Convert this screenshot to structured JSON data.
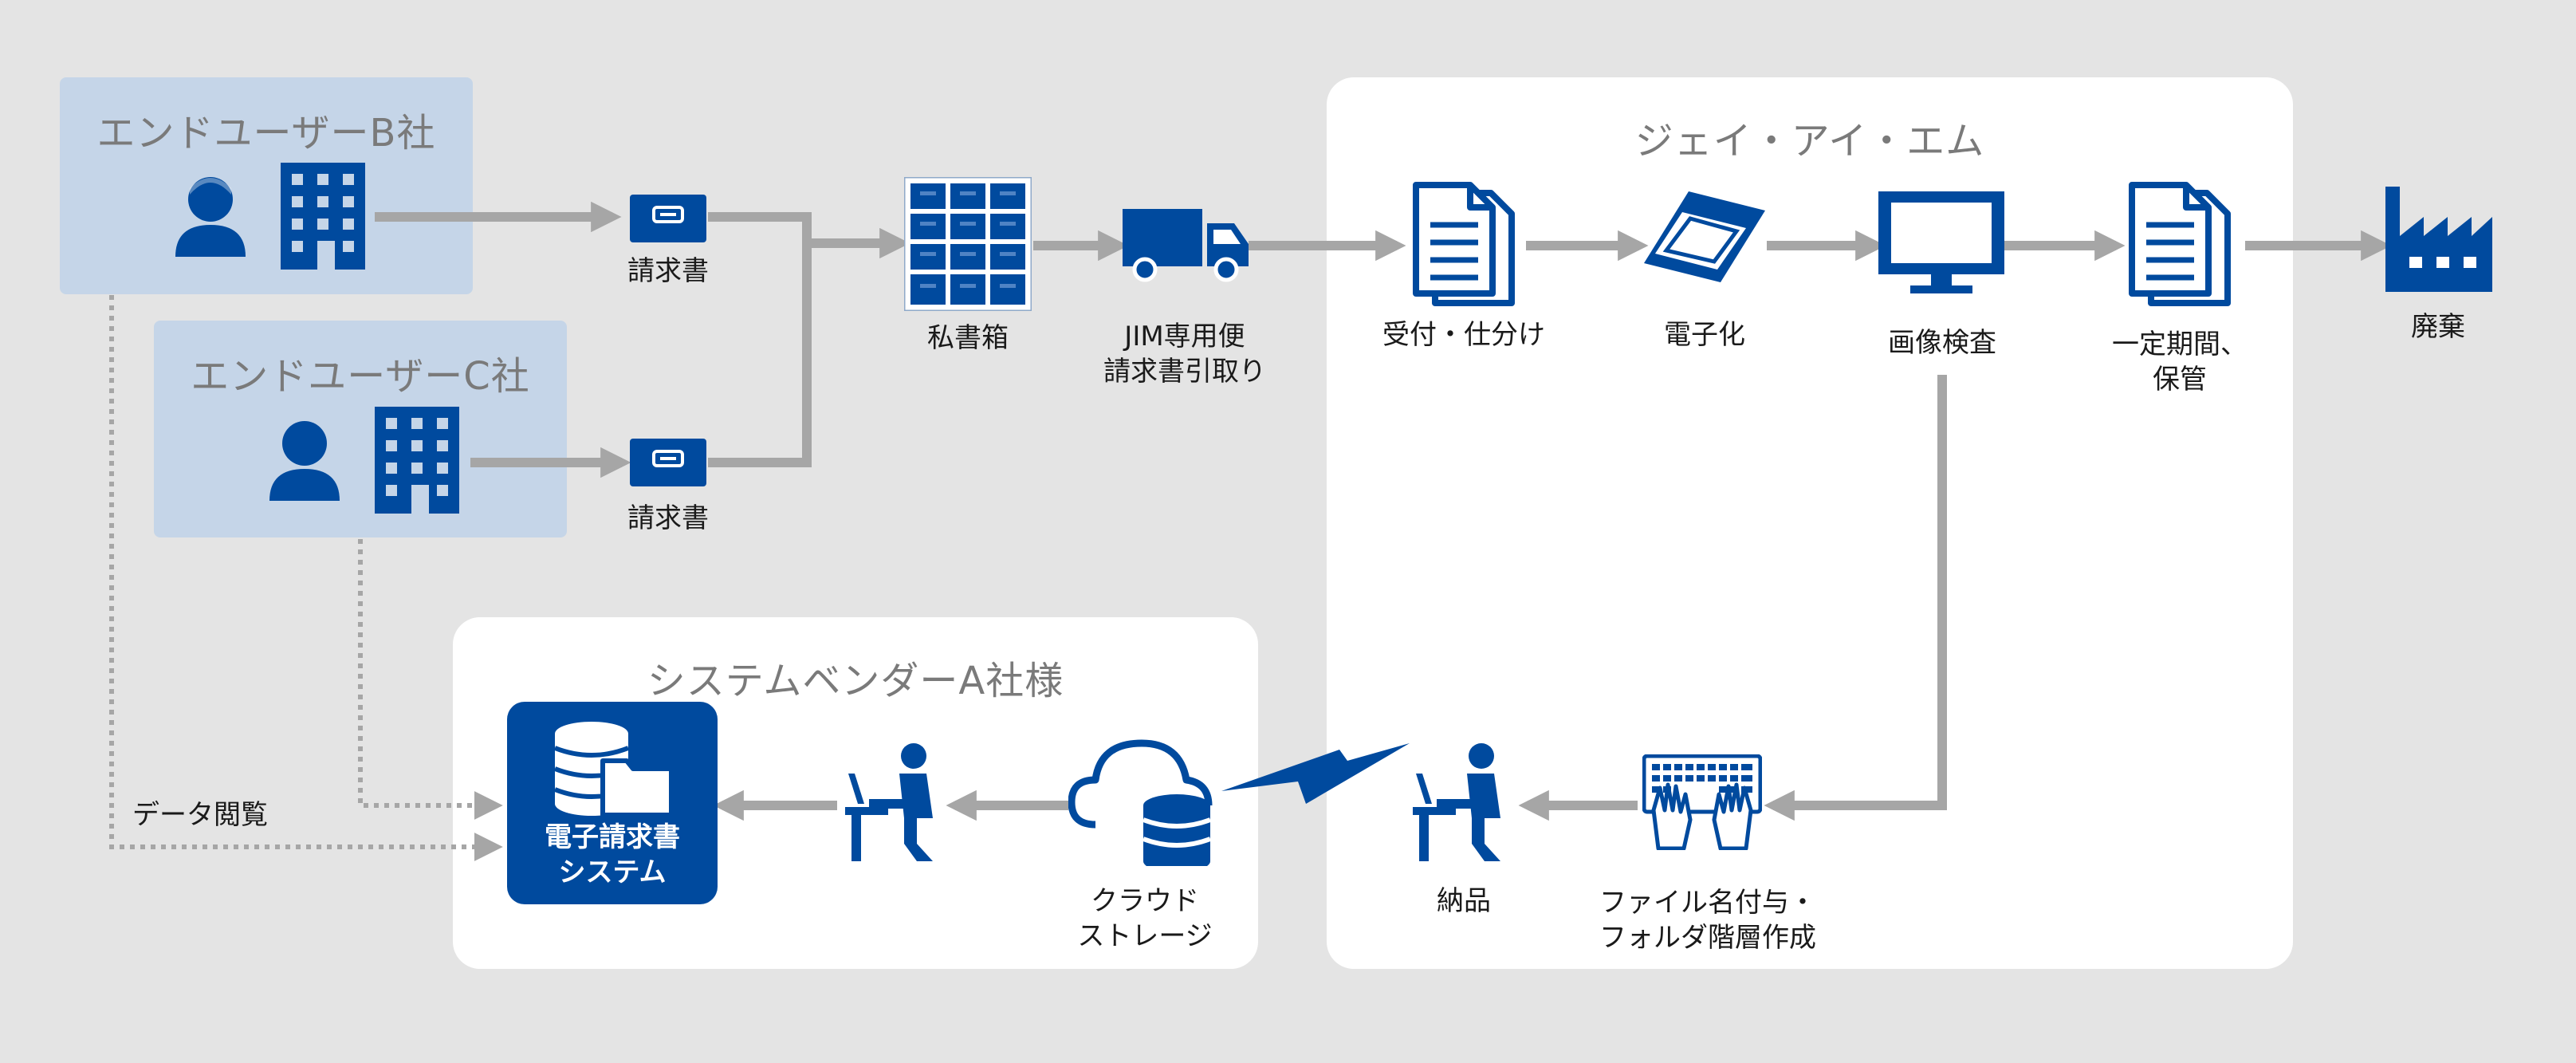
{
  "panels": {
    "enduser_b": "エンドユーザーB社",
    "enduser_c": "エンドユーザーC社",
    "vendor": "システムベンダーA社様",
    "jim": "ジェイ・アイ・エム"
  },
  "labels": {
    "invoice_b": "請求書",
    "invoice_c": "請求書",
    "po_box": "私書箱",
    "courier": "JIM専用便\n請求書引取り",
    "receive": "受付・仕分け",
    "digitize": "電子化",
    "inspect": "画像検査",
    "storage": "一定期間、\n保管",
    "disposal": "廃棄",
    "naming": "ファイル名付与・\nフォルダ階層作成",
    "delivery": "納品",
    "cloud": "クラウド\nストレージ",
    "system": "電子請求書\nシステム",
    "data_view": "データ閲覧"
  },
  "colors": {
    "primary": "#004a9e",
    "arrow": "#a6a6a6",
    "panel_blue": "#c5d5e8",
    "background": "#e4e4e4"
  },
  "icons": [
    "person-icon",
    "building-icon",
    "envelope-icon",
    "mailbox-grid-icon",
    "truck-icon",
    "document-stack-icon",
    "scanner-icon",
    "monitor-icon",
    "factory-icon",
    "keyboard-hands-icon",
    "desk-worker-icon",
    "cloud-database-icon",
    "database-folder-icon",
    "lightning-icon"
  ]
}
